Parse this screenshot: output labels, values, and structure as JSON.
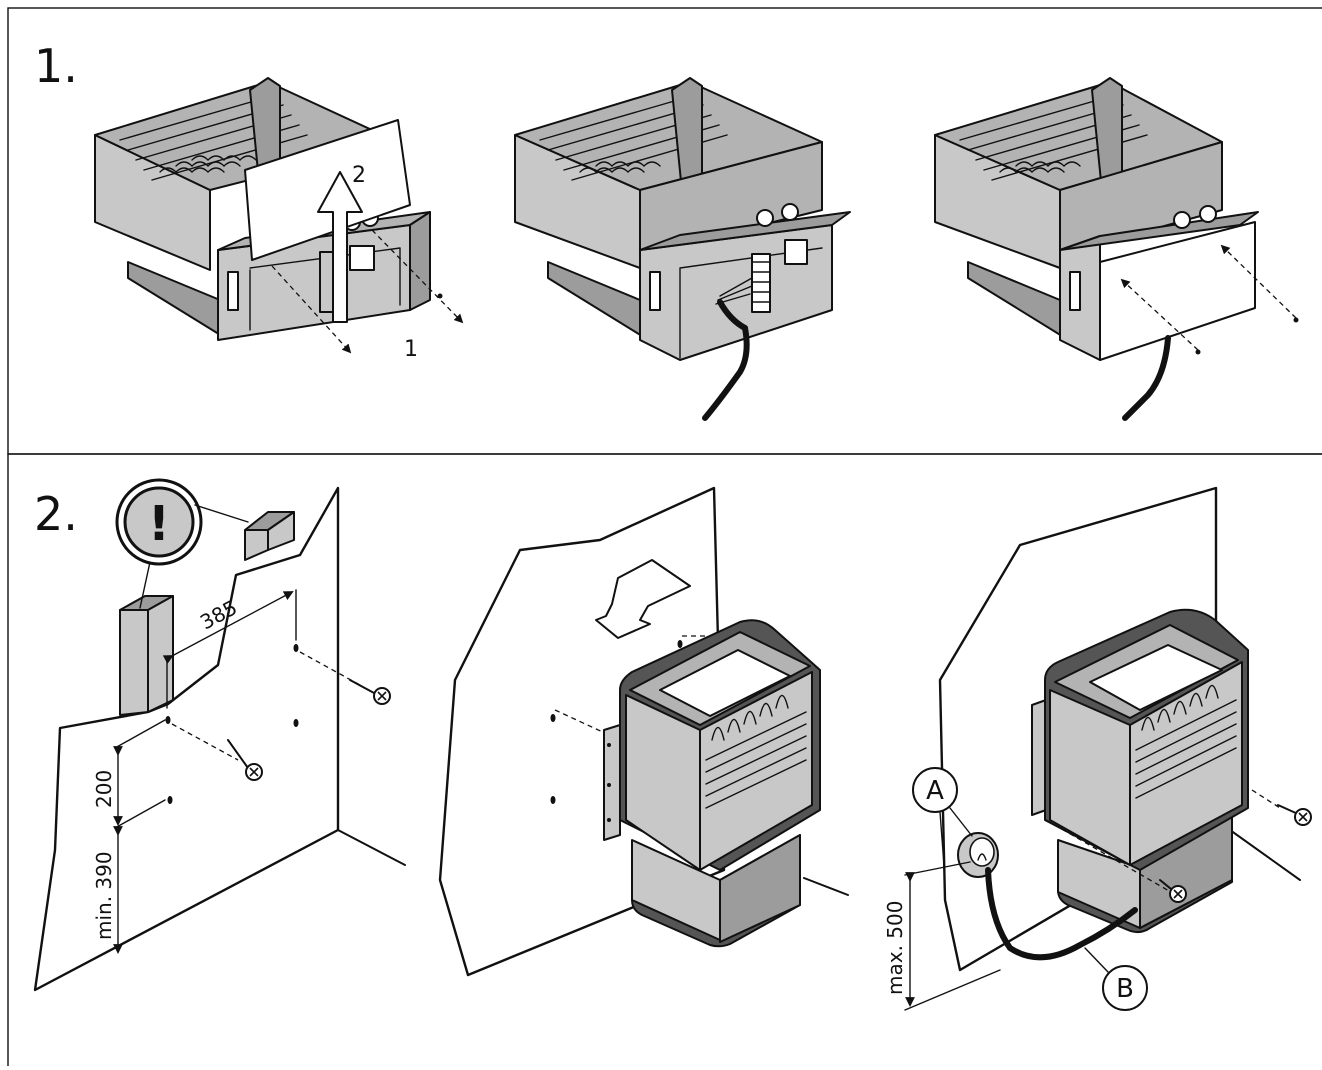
{
  "steps": [
    {
      "number": "1.",
      "labels": {
        "arrow_up": "2",
        "arrow_out": "1"
      }
    },
    {
      "number": "2.",
      "dimensions": {
        "width": "385",
        "upper": "200",
        "lower": "min. 390",
        "max_height": "max. 500"
      },
      "callouts": {
        "a": "A",
        "b": "B"
      },
      "warning_symbol": "!"
    }
  ],
  "icons": {
    "warning": "warning-exclamation-icon",
    "screw": "screw-icon",
    "arrow": "arrow-icon"
  }
}
